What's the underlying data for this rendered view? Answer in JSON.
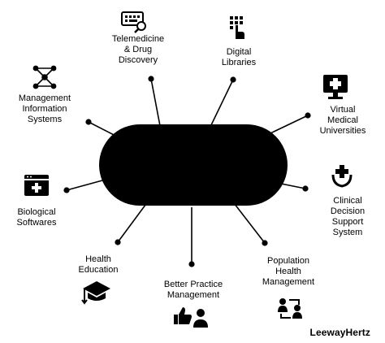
{
  "hub": {
    "label": ""
  },
  "nodes": [
    {
      "id": "telemedicine",
      "label": "Telemedicine\n& Drug\nDiscovery",
      "icon": "keyboard-search-icon"
    },
    {
      "id": "digital-libraries",
      "label": "Digital\nLibraries",
      "icon": "touch-keypad-icon"
    },
    {
      "id": "virtual-universities",
      "label": "Virtual\nMedical\nUniversities",
      "icon": "monitor-medical-cross-icon"
    },
    {
      "id": "clinical-decision",
      "label": "Clinical\nDecision\nSupport\nSystem",
      "icon": "hands-cross-icon"
    },
    {
      "id": "population-health",
      "label": "Population\nHealth\nManagement",
      "icon": "people-exchange-icon"
    },
    {
      "id": "better-practice",
      "label": "Better Practice\nManagement",
      "icon": "thumbs-up-person-icon"
    },
    {
      "id": "health-education",
      "label": "Health\nEducation",
      "icon": "graduation-cap-icon"
    },
    {
      "id": "biological-softwares",
      "label": "Biological\nSoftwares",
      "icon": "medical-window-icon"
    },
    {
      "id": "management-info",
      "label": "Management\nInformation\nSystems",
      "icon": "network-nodes-icon"
    }
  ],
  "brand": "LeewayHertz"
}
